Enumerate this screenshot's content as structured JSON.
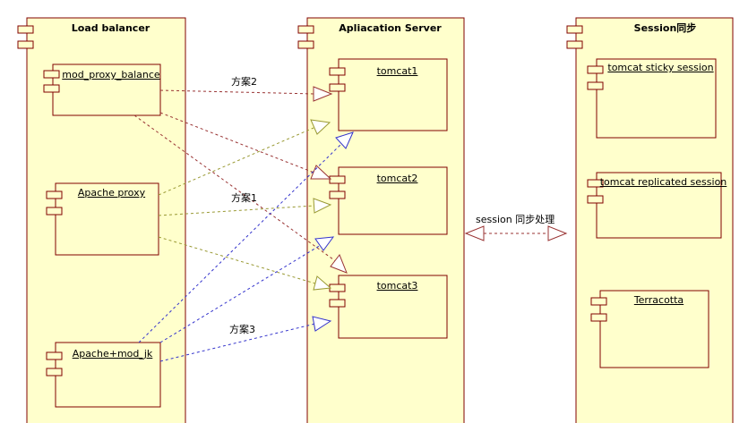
{
  "colors": {
    "fill": "#ffffcc",
    "border": "#800000",
    "line_mod_proxy": "#993333",
    "line_apache_proxy": "#999933",
    "line_mod_jk": "#3333cc",
    "line_session": "#993333"
  },
  "containers": {
    "load_balancer": "Load balancer",
    "app_server": "Apliacation Server",
    "session": "Session同步"
  },
  "components": {
    "mod_proxy_balance": "mod_proxy_balance",
    "apache_proxy": "Apache proxy",
    "apache_mod_jk": "Apache+mod_jk",
    "tomcat1": "tomcat1",
    "tomcat2": "tomcat2",
    "tomcat3": "tomcat3",
    "sticky_session": "tomcat sticky session",
    "replicated_session": "tomcat replicated session",
    "terracotta": "Terracotta"
  },
  "edge_labels": {
    "plan1": "方案1",
    "plan2": "方案2",
    "plan3": "方案3",
    "session_sync": "session 同步处理"
  }
}
